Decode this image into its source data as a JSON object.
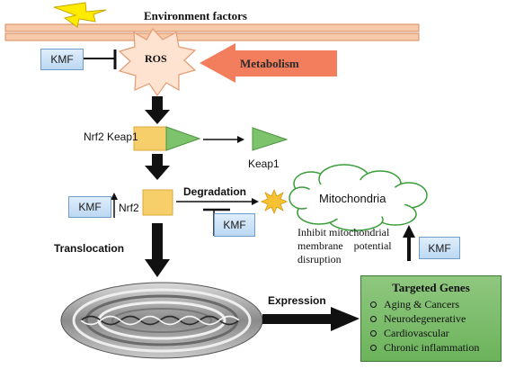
{
  "labels": {
    "environment": "Environment factors",
    "ros": "ROS",
    "metabolism": "Metabolism",
    "nrf2_keap1": "Nrf2 Keap1",
    "keap1": "Keap1",
    "nrf2": "Nrf2",
    "degradation": "Degradation",
    "mitochondria": "Mitochondria",
    "inhibit_line1": "Inhibit  mitochondrial",
    "inhibit_line2": "membrane    potential",
    "inhibit_line3": "disruption",
    "translocation": "Translocation",
    "expression": "Expression"
  },
  "kmf": {
    "label": "KMF"
  },
  "targeted_genes": {
    "title": "Targeted Genes",
    "items": [
      "Aging & Cancers",
      "Neurodegenerative",
      "Cardiovascular",
      "Chronic inflammation"
    ]
  },
  "colors": {
    "membrane": "#f6c9a8",
    "metabolism_arrow": "#f27e5e",
    "nrf2_box": "#f7cf6a",
    "keap1_triangle": "#7cc36c",
    "kmf_box": "#c9e0f6",
    "genes_box": "#7fbd6e",
    "mitochondria_outline": "#3a9d3a"
  }
}
